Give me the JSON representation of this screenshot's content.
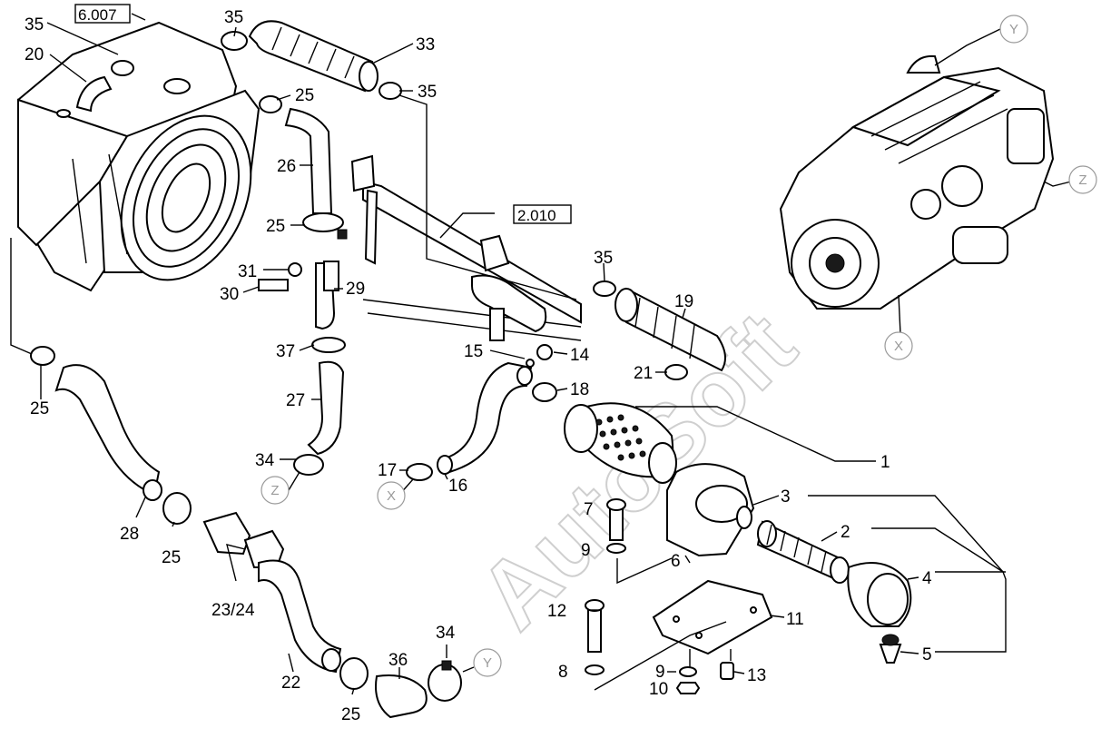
{
  "watermark": "AutoSoft",
  "references": {
    "ref_6_007": "6.007",
    "ref_2_010": "2.010"
  },
  "view_markers": {
    "y": "Y",
    "z": "Z",
    "x": "X"
  },
  "part_labels": {
    "p1": "1",
    "p2": "2",
    "p3": "3",
    "p4": "4",
    "p5": "5",
    "p6": "6",
    "p7": "7",
    "p8": "8",
    "p9a": "9",
    "p9b": "9",
    "p10": "10",
    "p11": "11",
    "p12": "12",
    "p13": "13",
    "p14": "14",
    "p15": "15",
    "p16": "16",
    "p17": "17",
    "p18": "18",
    "p19": "19",
    "p20": "20",
    "p21": "21",
    "p22": "22",
    "p23_24": "23/24",
    "p25a": "25",
    "p25b": "25",
    "p25c": "25",
    "p25d": "25",
    "p25e": "25",
    "p26": "26",
    "p27": "27",
    "p28": "28",
    "p29": "29",
    "p30": "30",
    "p31": "31",
    "p33": "33",
    "p34a": "34",
    "p34b": "34",
    "p35a": "35",
    "p35b": "35",
    "p35c": "35",
    "p35d": "35",
    "p36": "36",
    "p37": "37"
  }
}
